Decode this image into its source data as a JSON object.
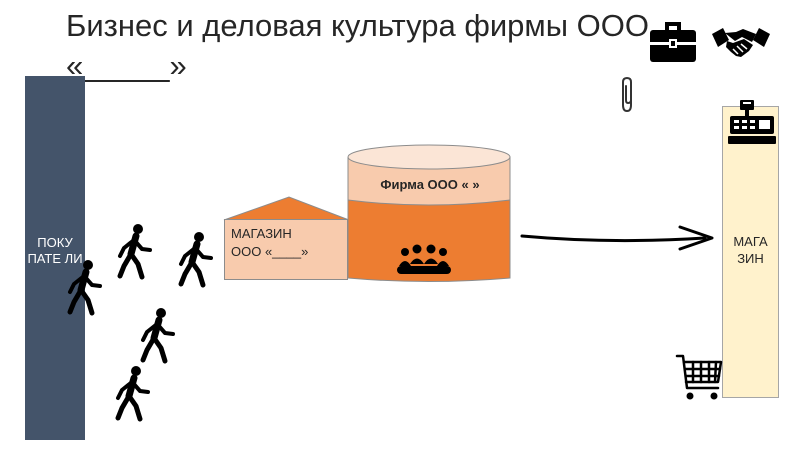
{
  "title": "Бизнес и деловая культура фирмы ООО «_____»",
  "buyers": {
    "label": "ПОКУ ПАТЕ ЛИ"
  },
  "shop": {
    "line1": "МАГАЗИН",
    "line2": "ООО «____»"
  },
  "firm": {
    "label": "Фирма ООО «      »"
  },
  "store": {
    "label": "МАГА ЗИН"
  },
  "icons": {
    "people": [
      "walking-person-icon",
      "walking-person-icon",
      "walking-person-icon",
      "walking-person-icon",
      "walking-person-icon"
    ],
    "group": "meeting-group-icon",
    "briefcase": "briefcase-icon",
    "handshake": "handshake-icon",
    "paperclip": "paperclip-icon",
    "register": "cash-register-icon",
    "cart": "shopping-cart-icon",
    "arrow": "arrow-right-icon"
  },
  "colors": {
    "buyers": "#44546a",
    "shop": "#f8cbad",
    "firm_top": "#f8cbad",
    "firm_body": "#ed7d31",
    "store": "#fff2cc"
  }
}
